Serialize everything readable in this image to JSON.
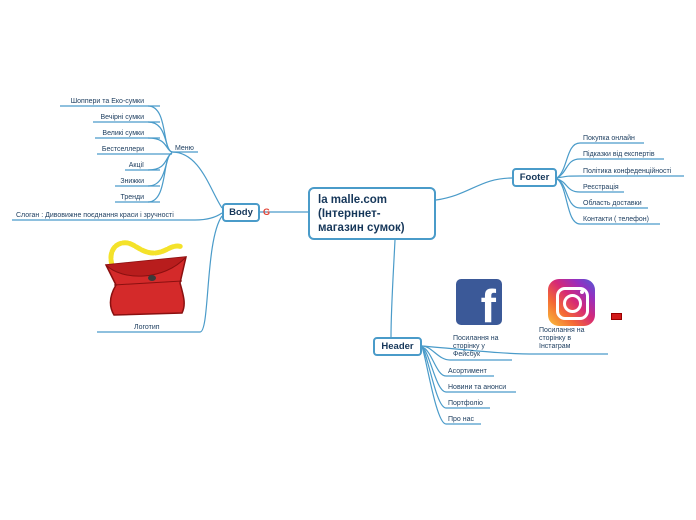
{
  "central": {
    "title": "la malle.com\n(Інтерннет-\nмагазин сумок)"
  },
  "branches": {
    "body": {
      "label": "Body",
      "menu": {
        "label": "Меню",
        "items": [
          "Шоппери та Еко-сумки",
          "Вечірні сумки",
          "Великі сумки",
          "Бестселлери",
          "Акції",
          "Знижки",
          "Тренди"
        ]
      },
      "slogan": "Слоган : Дивовижне поєднання краси і зручності",
      "logo_label": "Логотип"
    },
    "footer": {
      "label": "Footer",
      "items": [
        "Покупка онлайн",
        "Підказки від експертів",
        "Політика конфеденційності",
        "Реєстрація",
        "Область доставки",
        "Контакти ( телефон)"
      ]
    },
    "header": {
      "label": "Header",
      "facebook_link": "Посилання на сторінку у Фейсбук",
      "instagram_link": "Посилання на сторінку в Інстаграм",
      "items": [
        "Асортимент",
        "Новини та анонси",
        "Портфоліо",
        "Про нас"
      ]
    }
  },
  "icons": {
    "facebook": "facebook-icon",
    "instagram": "instagram-icon",
    "link": "google-link-icon",
    "logo": "red-handbag-logo"
  },
  "colors": {
    "connector": "#4a9bc9",
    "node_border": "#4a9bc9",
    "node_text": "#16375a",
    "facebook": "#3b5998",
    "bag": "#d42a2a",
    "bag_chain": "#f4e22a"
  }
}
